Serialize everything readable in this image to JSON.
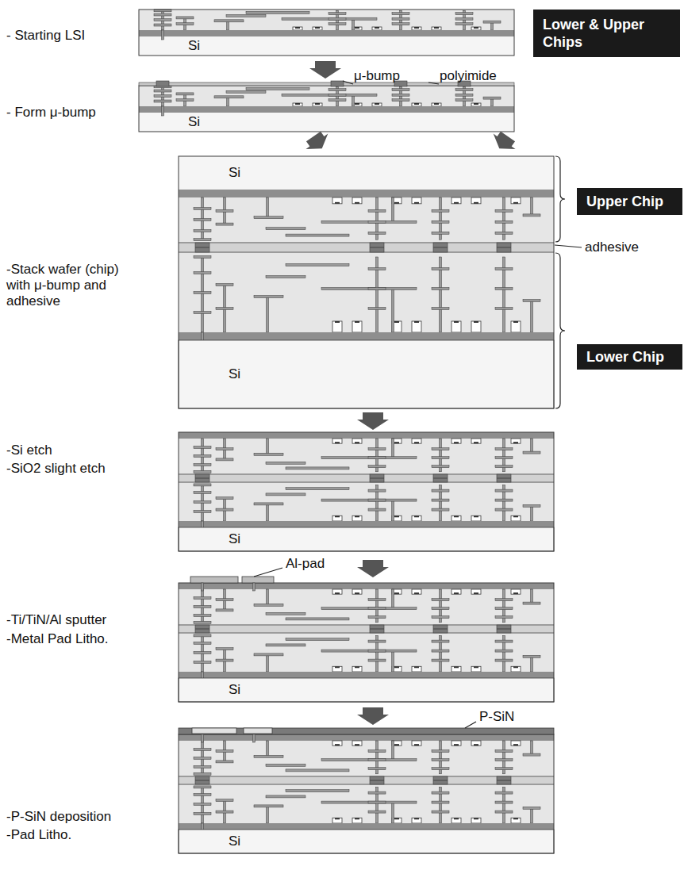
{
  "diagram": {
    "nodes": [
      {
        "text": [
          "Lower & Upper Chips"
        ]
      },
      {
        "text": [
          "Upper Chip"
        ]
      },
      {
        "text": [
          "Lower Chip"
        ]
      }
    ],
    "labels": [
      "- Starting LSI",
      "Si",
      "μ-bump",
      "polyimide",
      "- Form μ-bump",
      "Si",
      "Si",
      "-Stack wafer (chip) with μ-bump and adhesive",
      "adhesive",
      "Si",
      "-Si etch",
      "-SiO2 slight etch",
      "Si",
      "Al-pad",
      "-Ti/TiN/Al sputter",
      "-Metal Pad Litho.",
      "Si",
      "P-SiN",
      "-P-SiN deposition",
      "-Pad Litho.",
      "Si"
    ]
  }
}
